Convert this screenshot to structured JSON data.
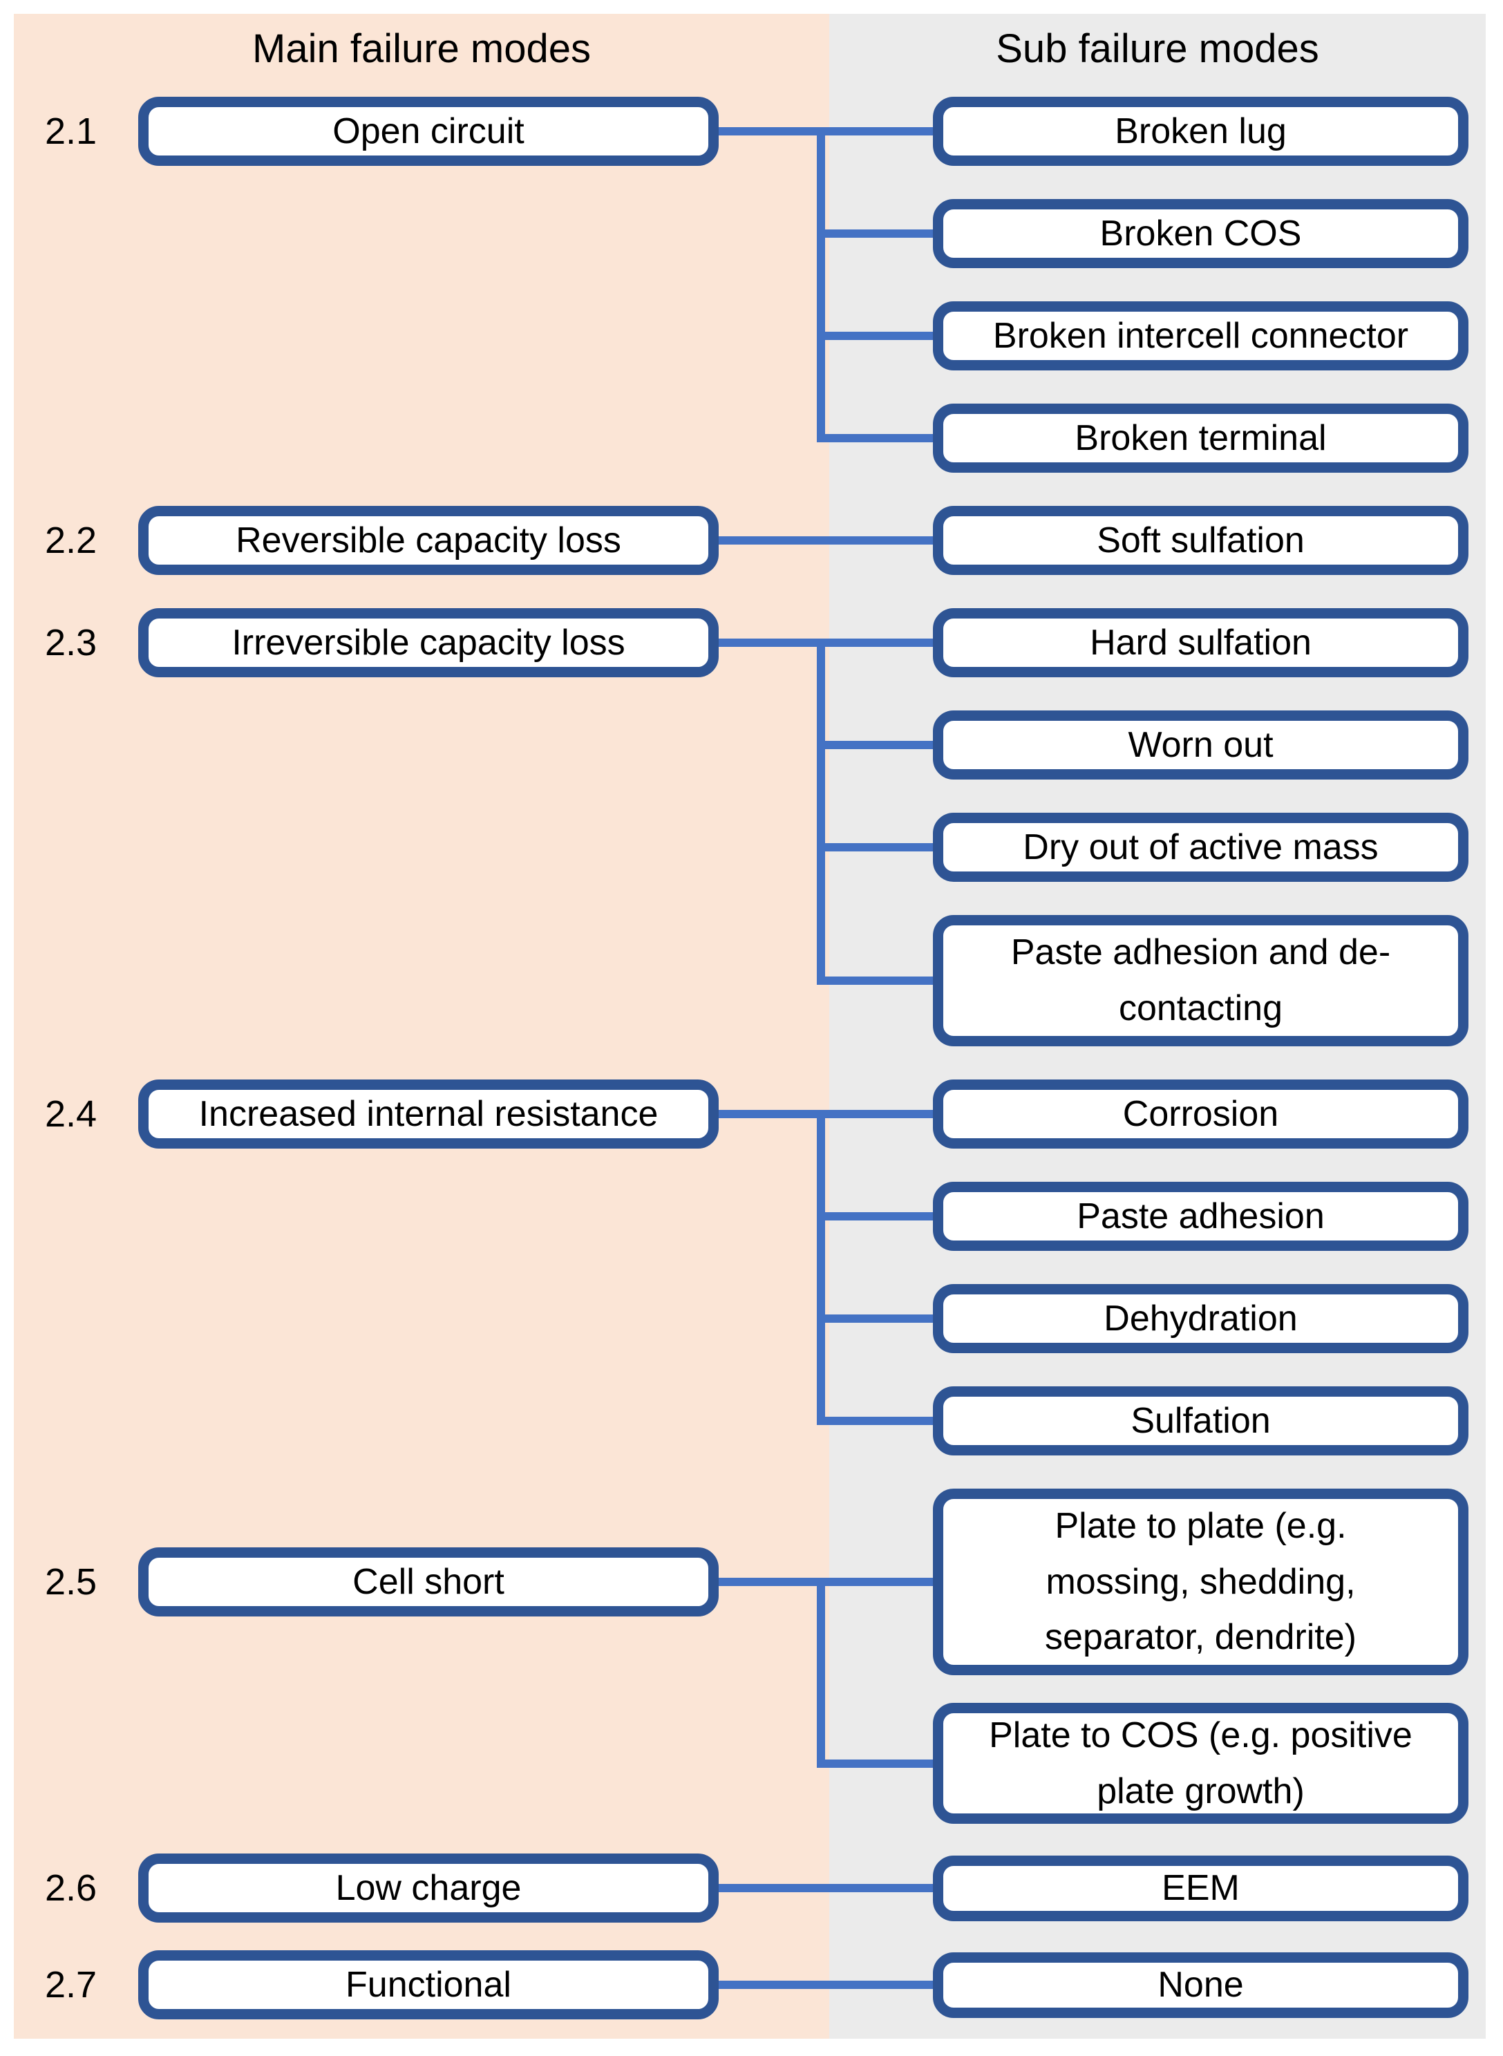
{
  "headers": {
    "main": "Main failure modes",
    "sub": "Sub failure modes"
  },
  "colors": {
    "page-bg": "#ffffff",
    "main-panel-bg": "#fbe5d6",
    "sub-panel-bg": "#ebebeb",
    "box-fill": "#ffffff",
    "box-border": "#2e5494",
    "connector": "#4472c4",
    "text": "#000000"
  },
  "failure_modes": [
    {
      "id": "2.1",
      "label": "Open circuit",
      "subs": [
        "Broken lug",
        "Broken COS",
        "Broken intercell connector",
        "Broken terminal"
      ]
    },
    {
      "id": "2.2",
      "label": "Reversible capacity loss",
      "subs": [
        "Soft sulfation"
      ]
    },
    {
      "id": "2.3",
      "label": "Irreversible capacity loss",
      "subs": [
        "Hard sulfation",
        "Worn out",
        "Dry out of active mass",
        "Paste adhesion and de-contacting"
      ]
    },
    {
      "id": "2.4",
      "label": "Increased internal resistance",
      "subs": [
        "Corrosion",
        "Paste adhesion",
        "Dehydration",
        "Sulfation"
      ]
    },
    {
      "id": "2.5",
      "label": "Cell short",
      "subs": [
        "Plate to plate (e.g. mossing, shedding, separator, dendrite)",
        "Plate to COS (e.g. positive plate growth)"
      ]
    },
    {
      "id": "2.6",
      "label": "Low charge",
      "subs": [
        "EEM"
      ]
    },
    {
      "id": "2.7",
      "label": "Functional",
      "subs": [
        "None"
      ]
    }
  ]
}
